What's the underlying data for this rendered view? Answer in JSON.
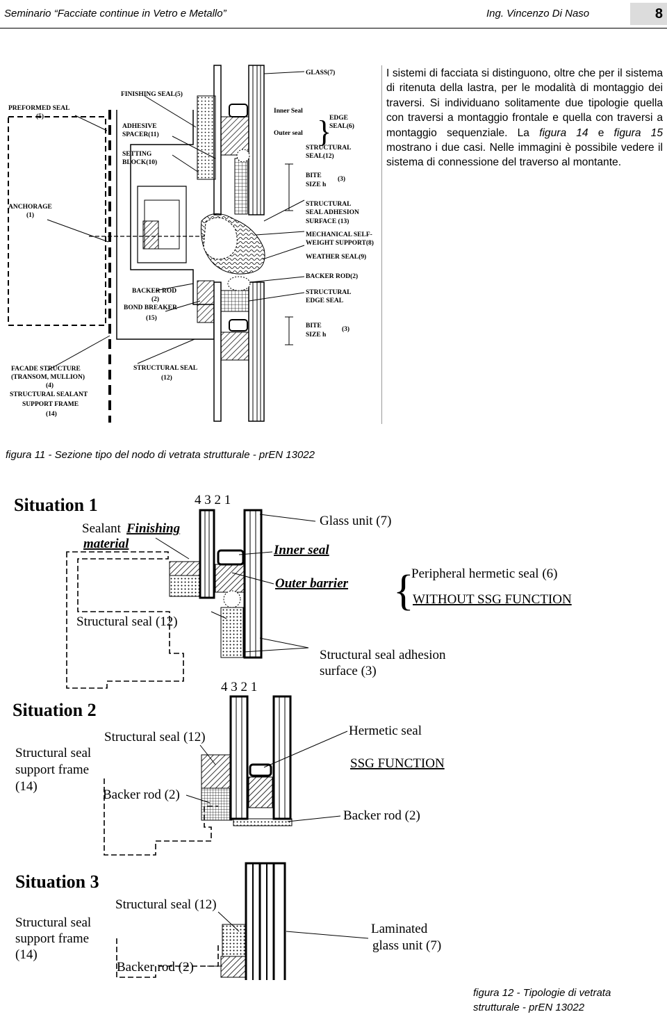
{
  "header": {
    "left": "Seminario “Facciate continue in Vetro e Metallo”",
    "right": "Ing. Vincenzo Di Naso",
    "page": "8"
  },
  "body": {
    "p1": "I sistemi di facciata si distinguono, oltre che per il sistema di ritenuta della lastra, per le modalità di montaggio dei traversi. Si individuano solitamente due tipologie quella con traversi a montaggio frontale e quella con traversi a montaggio sequenziale. La ",
    "fig14": "figura 14",
    "and": " e ",
    "fig15": "figura 15",
    "p2": " mostrano i due casi. Nelle immagini è possibile vedere il sistema di connessione del traverso al montante."
  },
  "figure11": {
    "caption": "figura 11 - Sezione tipo del nodo di vetrata strutturale - prEN 13022",
    "labels": {
      "preformed_seal": "PREFORMED SEAL",
      "preformed_seal_num": "(5)",
      "finishing_seal": "FINISHING SEAL(5)",
      "adhesive": "ADHESIVE",
      "spacer": "SPACER(11)",
      "setting": "SETTING",
      "block": "BLOCK(10)",
      "anchorage": "ANCHORAGE",
      "anchorage_num": "(1)",
      "glass": "GLASS(7)",
      "inner_seal": "Inner Seal",
      "outer_seal": "Outer seal",
      "edge": "EDGE",
      "edge_seal": "SEAL(6)",
      "structural": "STRUCTURAL",
      "structural_seal12": "SEAL(12)",
      "bite": "BITE",
      "size_h1": "SIZE h",
      "ref3": "(3)",
      "struct_seal_adhesion": "STRUCTURAL",
      "seal_adhesion": "SEAL ADHESION",
      "surface13": "SURFACE (13)",
      "mechanical": "MECHANICAL SELF-",
      "weight_support": "WEIGHT SUPPORT(8)",
      "weather_seal": "WEATHER SEAL(9)",
      "backer_rod_r": "BACKER ROD(2)",
      "structural_edge": "STRUCTURAL",
      "edge_seal2": "EDGE SEAL",
      "bite2": "BITE",
      "size_h2": "SIZE h",
      "ref3b": "(3)",
      "backer_rod_l": "BACKER ROD",
      "backer_rod_l_num": "(2)",
      "bond_breaker": "BOND BREAKER",
      "bond_breaker_num": "(15)",
      "facade_structure": "FACADE STRUCTURE",
      "transom_mullion": "(TRANSOM, MULLION)",
      "facade_num": "(4)",
      "ssg_support": "STRUCTURAL SEALANT",
      "support_frame": "SUPPORT FRAME",
      "support_num": "(14)",
      "structural_seal_b": "STRUCTURAL SEAL",
      "structural_seal_b_num": "(12)"
    }
  },
  "figure12": {
    "caption_line1": "figura 12 - Tipologie di vetrata",
    "caption_line2": "strutturale - prEN 13022",
    "s1": {
      "title": "Situation 1",
      "nums": "4   3       2   1",
      "sealant": "Sealant",
      "finishing": "Finishing",
      "material": "material",
      "glass_unit": "Glass unit (7)",
      "inner_seal": "Inner seal",
      "outer_barrier": "Outer barrier",
      "peripheral": "Peripheral hermetic seal (6)",
      "without_ssg": "WITHOUT SSG FUNCTION",
      "structural_seal": "Structural seal (12)",
      "adhesion1": "Structural seal adhesion",
      "adhesion2": "surface (3)"
    },
    "s2": {
      "title": "Situation 2",
      "nums": "4   3       2   1",
      "structural_seal": "Structural seal (12)",
      "support1": "Structural seal",
      "support2": "support frame",
      "support3": "(14)",
      "hermetic": "Hermetic seal",
      "ssg_function": "SSG FUNCTION",
      "backer_rod_l": "Backer rod (2)",
      "backer_rod_r": "Backer rod (2)"
    },
    "s3": {
      "title": "Situation 3",
      "structural_seal": "Structural seal (12)",
      "support1": "Structural seal",
      "support2": "support frame",
      "support3": "(14)",
      "laminated1": "Laminated",
      "laminated2": "glass unit (7)",
      "backer_rod": "Backer rod (2)"
    }
  }
}
